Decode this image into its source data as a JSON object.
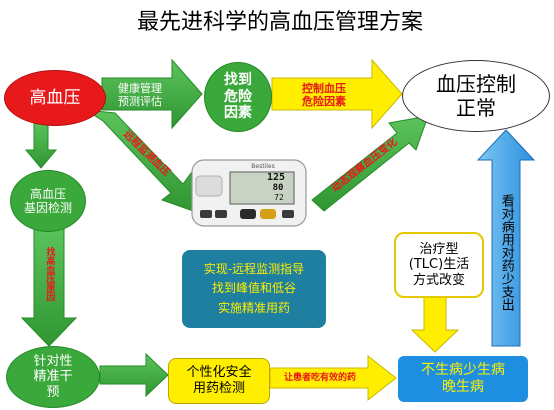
{
  "title": "最先进科学的高血压管理方案",
  "nodes": {
    "hypertension": "高血压",
    "gene_test": "高血压\n基因检测",
    "precision_intervention": "针对性\n精准干\n预",
    "find_risk": "找到\n危险\n因素",
    "bp_normal": "血压控制\n正常",
    "monitor_box": "实现-远程监测指导\n找到峰值和低谷\n实施精准用药",
    "tlc": "治疗型\n(TLC)生活\n方式改变",
    "drug_test": "个性化安全\n用药检测",
    "outcome": "不生病少生病\n晚生病"
  },
  "arrows": {
    "health_mgmt": "健康管理\n预测评估",
    "control_risk": "控制血压\n危险因素",
    "remote_monitor": "远程监测血压",
    "dynamic": "动态观察血压变化",
    "find_cause": "找高血压原因",
    "effective_drug": "让患者吃有效的药",
    "less_cost": "看对病用对药少支出"
  },
  "device": {
    "brand": "Bestiles",
    "reading1": "125",
    "reading2": "80",
    "reading3": "72"
  },
  "colors": {
    "green": "#3aa83a",
    "red": "#e8191b",
    "yellow": "#ffee00",
    "blue": "#1e8fe0",
    "teal": "#1f7fa0"
  }
}
